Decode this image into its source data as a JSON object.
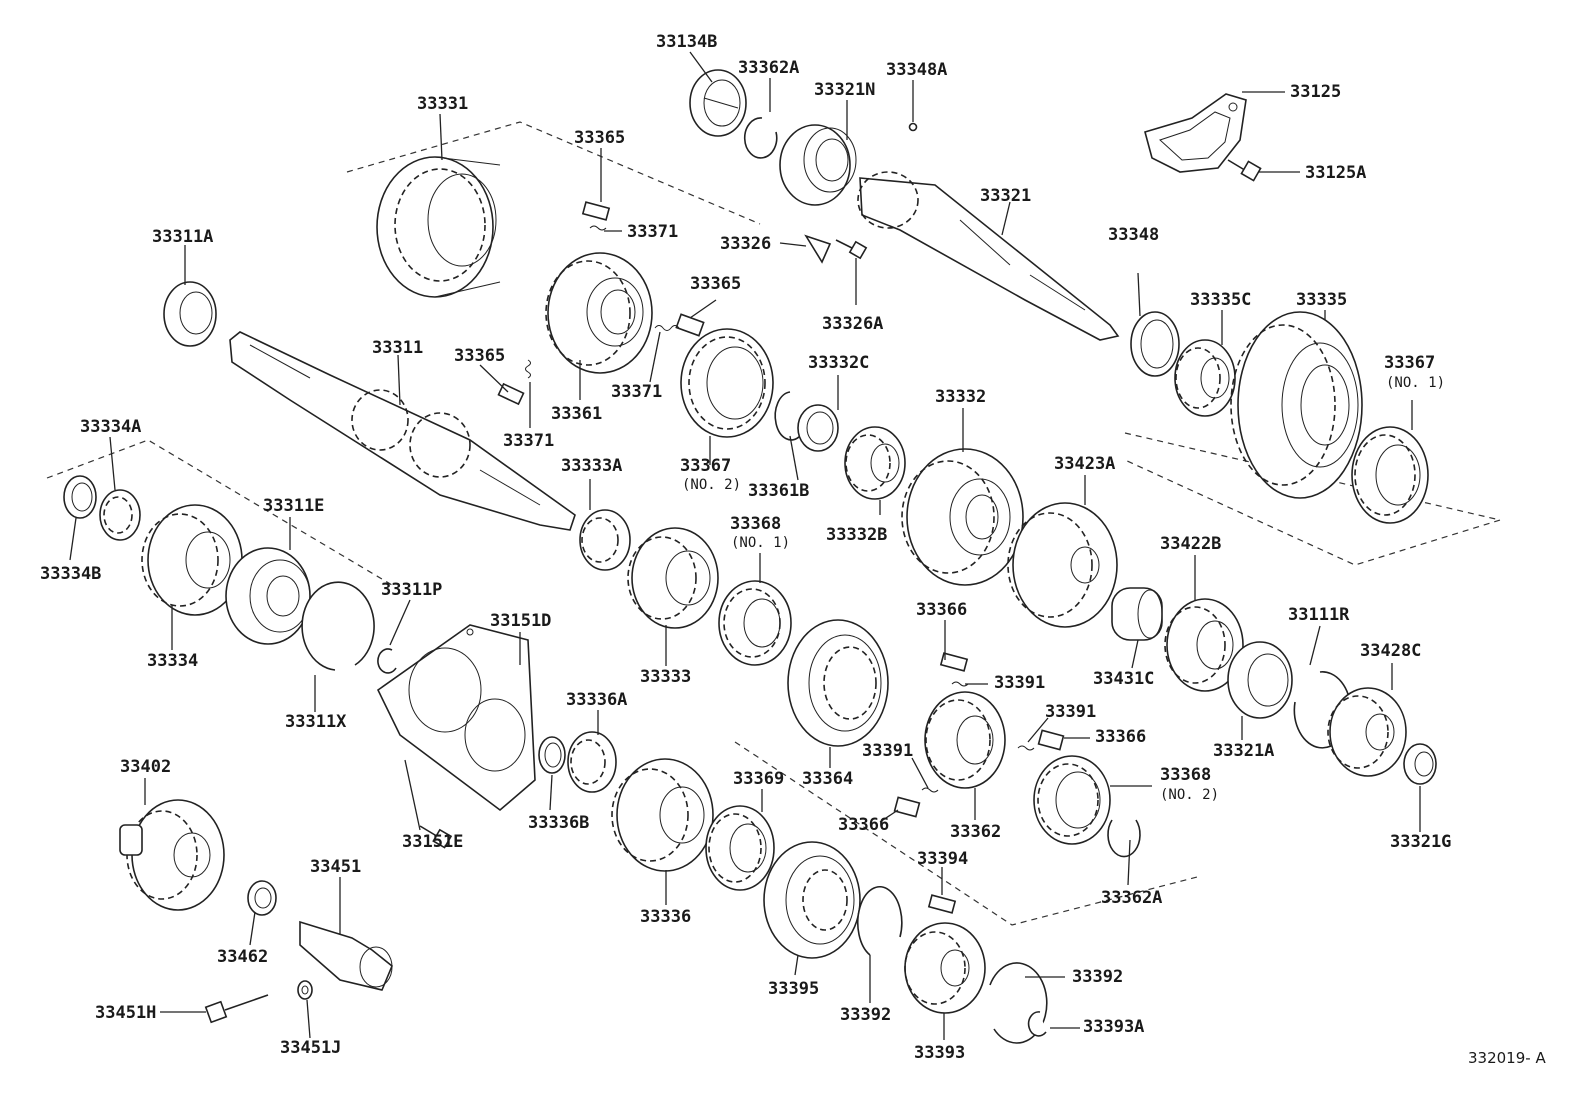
{
  "diagram": {
    "reference_code": "332019- A",
    "part_labels": {
      "p33134B": "33134B",
      "p33362A_top": "33362A",
      "p33321N": "33321N",
      "p33348A": "33348A",
      "p33125": "33125",
      "p33125A": "33125A",
      "p33331": "33331",
      "p33365_top": "33365",
      "p33371_top": "33371",
      "p33326": "33326",
      "p33326A": "33326A",
      "p33321": "33321",
      "p33311A": "33311A",
      "p33365_mid": "33365",
      "p33311": "33311",
      "p33365_left": "33365",
      "p33371_left": "33371",
      "p33361": "33361",
      "p33371_mid": "33371",
      "p33367_no2": "33367",
      "p33361B": "33361B",
      "p33332C": "33332C",
      "p33348": "33348",
      "p33335C": "33335C",
      "p33335": "33335",
      "p33367_no1": "33367",
      "p33334A": "33334A",
      "p33333A": "33333A",
      "p33332": "33332",
      "p33332B": "33332B",
      "p33423A": "33423A",
      "p33311E": "33311E",
      "p33334B": "33334B",
      "p33368_no1": "33368",
      "p33422B": "33422B",
      "p33311P": "33311P",
      "p33151D": "33151D",
      "p33366_top": "33366",
      "p33111R": "33111R",
      "p33428C": "33428C",
      "p33334": "33334",
      "p33333": "33333",
      "p33391_top": "33391",
      "p33431C": "33431C",
      "p33336A": "33336A",
      "p33391_mid": "33391",
      "p33366_mid": "33366",
      "p33311X": "33311X",
      "p33391_low": "33391",
      "p33321A": "33321A",
      "p33402": "33402",
      "p33369": "33369",
      "p33364": "33364",
      "p33368_no2": "33368",
      "p33336B": "33336B",
      "p33366_low": "33366",
      "p33362": "33362",
      "p33321G": "33321G",
      "p33151E": "33151E",
      "p33394": "33394",
      "p33451": "33451",
      "p33336": "33336",
      "p33362A_low": "33362A",
      "p33462": "33462",
      "p33392_right": "33392",
      "p33395": "33395",
      "p33451H": "33451H",
      "p33392_left": "33392",
      "p33393A": "33393A",
      "p33451J": "33451J",
      "p33393": "33393"
    },
    "sub_labels": {
      "no2_33367": "(NO. 2)",
      "no1_33367": "(NO. 1)",
      "no1_33368": "(NO. 1)",
      "no2_33368": "(NO. 2)"
    }
  }
}
